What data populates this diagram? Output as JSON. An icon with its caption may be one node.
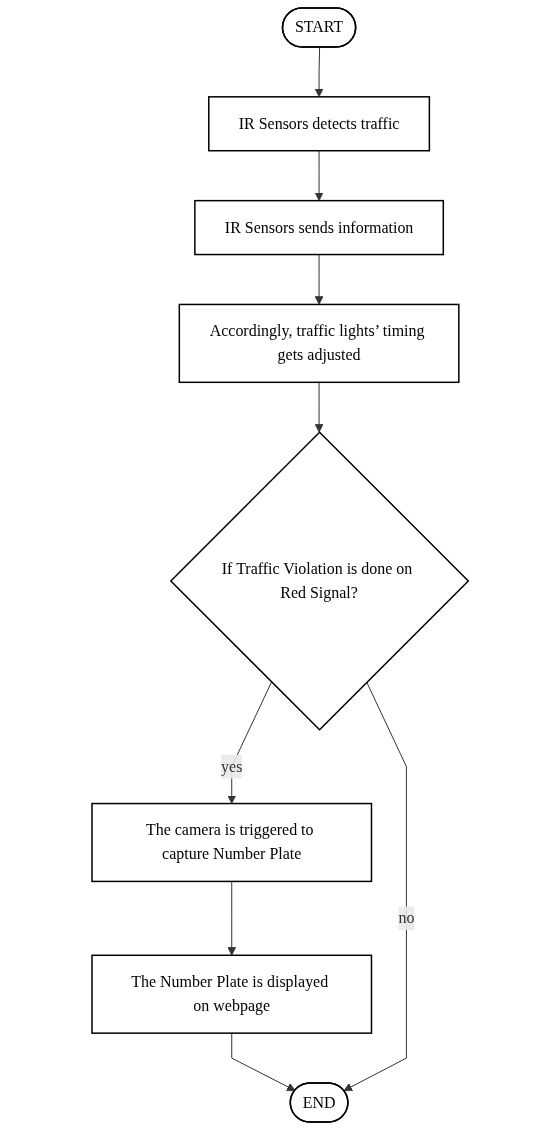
{
  "diagram": {
    "nodes": [
      {
        "text": [
          "START"
        ]
      },
      {
        "text": [
          "IR Sensors detects traffic"
        ]
      },
      {
        "text": [
          "IR Sensors sends information"
        ]
      },
      {
        "text": [
          "Accordingly, traffic lights’ timing gets adjusted"
        ]
      },
      {
        "text": [
          "If Traffic Violation is done on Red Signal?"
        ]
      },
      {
        "text": [
          "The camera is triggered to capture Number Plate"
        ]
      },
      {
        "text": [
          "The Number Plate is displayed on webpage"
        ]
      },
      {
        "text": [
          "END"
        ]
      }
    ],
    "edges": [
      {
        "from": 0,
        "to": 1,
        "arrow": "to"
      },
      {
        "from": 1,
        "to": 2,
        "arrow": "to"
      },
      {
        "from": 2,
        "to": 3,
        "arrow": "to"
      },
      {
        "from": 3,
        "to": 4,
        "arrow": "to"
      },
      {
        "from": 4,
        "to": 5,
        "arrow": "to",
        "label": "yes"
      },
      {
        "from": 5,
        "to": 6,
        "arrow": "to"
      },
      {
        "from": 6,
        "to": 7,
        "arrow": "to"
      },
      {
        "from": 4,
        "to": 7,
        "arrow": "to",
        "label": "no"
      }
    ]
  }
}
